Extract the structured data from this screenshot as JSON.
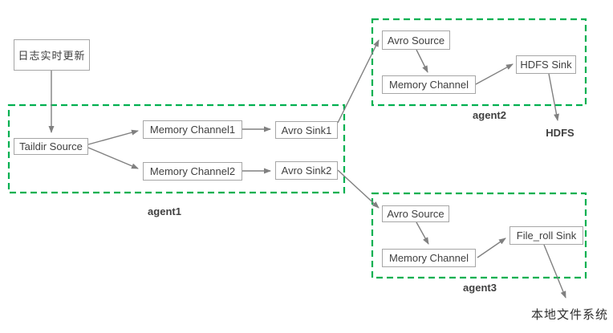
{
  "diagram": {
    "external": {
      "log_update": "日志实时更新",
      "hdfs": "HDFS",
      "local_fs": "本地文件系统"
    },
    "agents": [
      {
        "label": "agent1",
        "nodes": {
          "source": "Taildir Source",
          "channel1": "Memory Channel1",
          "channel2": "Memory Channel2",
          "sink1": "Avro Sink1",
          "sink2": "Avro Sink2"
        }
      },
      {
        "label": "agent2",
        "nodes": {
          "source": "Avro Source",
          "channel": "Memory Channel",
          "sink": "HDFS Sink"
        }
      },
      {
        "label": "agent3",
        "nodes": {
          "source": "Avro Source",
          "channel": "Memory Channel",
          "sink": "File_roll Sink"
        }
      }
    ],
    "edges": [
      {
        "from": "log_update",
        "to": "agent1.taildir_source"
      },
      {
        "from": "agent1.taildir_source",
        "to": "agent1.memory_channel1"
      },
      {
        "from": "agent1.taildir_source",
        "to": "agent1.memory_channel2"
      },
      {
        "from": "agent1.memory_channel1",
        "to": "agent1.avro_sink1"
      },
      {
        "from": "agent1.memory_channel2",
        "to": "agent1.avro_sink2"
      },
      {
        "from": "agent1.avro_sink1",
        "to": "agent2.avro_source"
      },
      {
        "from": "agent1.avro_sink2",
        "to": "agent3.avro_source"
      },
      {
        "from": "agent2.avro_source",
        "to": "agent2.memory_channel"
      },
      {
        "from": "agent2.memory_channel",
        "to": "agent2.hdfs_sink"
      },
      {
        "from": "agent2.hdfs_sink",
        "to": "hdfs"
      },
      {
        "from": "agent3.avro_source",
        "to": "agent3.memory_channel"
      },
      {
        "from": "agent3.memory_channel",
        "to": "agent3.file_roll_sink"
      },
      {
        "from": "agent3.file_roll_sink",
        "to": "local_fs"
      }
    ],
    "colors": {
      "agent_border": "#00b050",
      "node_border": "#a6a6a6",
      "arrow": "#808080",
      "text": "#404040"
    }
  }
}
